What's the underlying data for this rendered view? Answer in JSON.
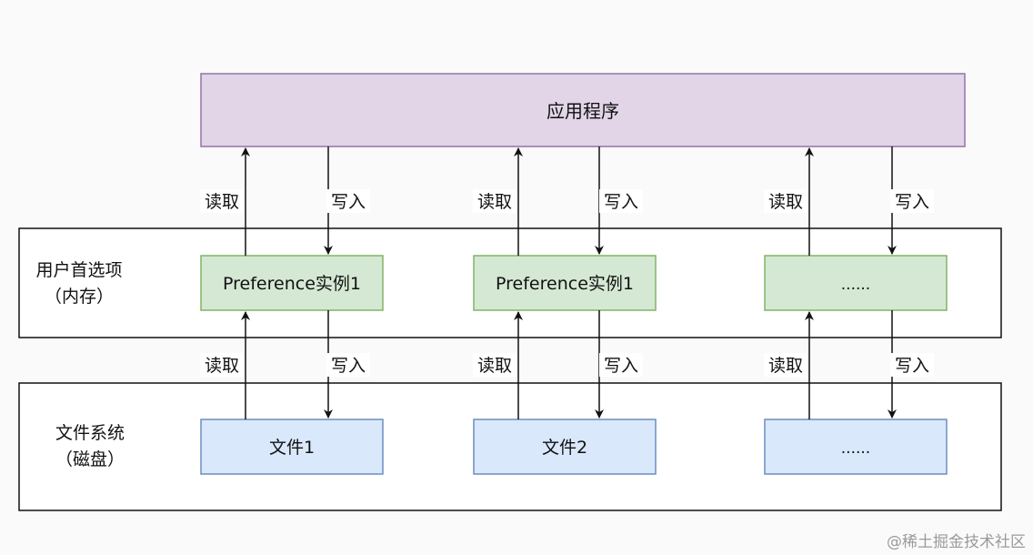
{
  "app": {
    "label": "应用程序",
    "fill": "#e1d5e7",
    "stroke": "#9673a6"
  },
  "layers": [
    {
      "id": "preferences",
      "label_line1": "用户首选项",
      "label_line2": "（内存）"
    },
    {
      "id": "filesystem",
      "label_line1": "文件系统",
      "label_line2": "（磁盘）"
    }
  ],
  "preference_nodes": {
    "fill": "#d5e8d4",
    "stroke": "#82b366",
    "items": [
      "Preference实例1",
      "Preference实例1",
      "......"
    ]
  },
  "file_nodes": {
    "fill": "#dae8fc",
    "stroke": "#6c8ebf",
    "items": [
      "文件1",
      "文件2",
      "......"
    ]
  },
  "edges": {
    "read": "读取",
    "write": "写入"
  },
  "watermark": "@稀土掘金技术社区"
}
